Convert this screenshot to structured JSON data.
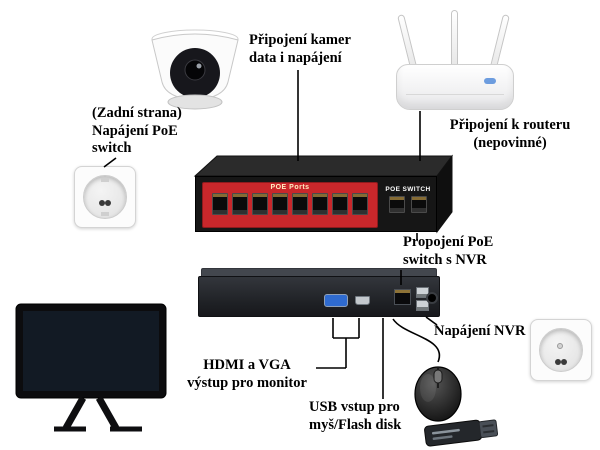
{
  "labels": {
    "camera_connection": "Připojení kamer\ndata i napájení",
    "switch_power": "(Zadní strana)\nNapájení PoE\nswitch",
    "router_connection": "Připojení k routeru\n(nepovinné)",
    "switch_to_nvr": "Propojení PoE\nswitch s NVR",
    "nvr_power": "Napájení NVR",
    "monitor_output": "HDMI a VGA\nvýstup pro monitor",
    "usb_input": "USB vstup pro\nmyš/Flash disk"
  },
  "poe_switch": {
    "ports_panel_label": "POE Ports",
    "device_label": "POE SWITCH",
    "poe_port_count": 8,
    "uplink_port_count": 2
  },
  "devices": {
    "camera": "dome-camera",
    "router": "wifi-router",
    "switch": "poe-switch",
    "nvr": "nvr-recorder",
    "monitor": "monitor",
    "mouse": "mouse",
    "flash_drive": "flash-drive",
    "outlet_left": "power-outlet",
    "outlet_right": "power-outlet"
  },
  "colors": {
    "poe_panel_red": "#c9272b",
    "switch_body": "#161616",
    "nvr_body": "#26292e",
    "vga_blue": "#2f6bd0",
    "line": "#000000",
    "background": "#ffffff"
  }
}
